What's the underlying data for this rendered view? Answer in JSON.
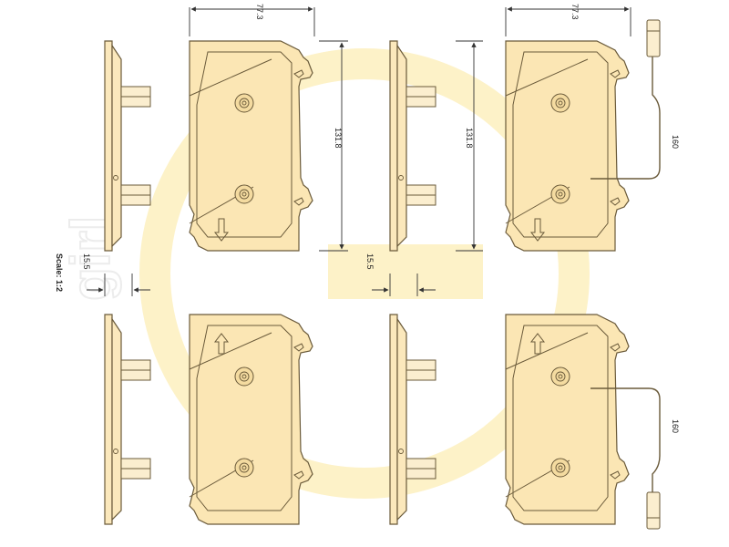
{
  "diagram": {
    "scale_label": "Scale: 1:2",
    "dimensions": {
      "width_left": "77.3",
      "width_right": "77.3",
      "height_left": "131.8",
      "height_right": "131.8",
      "thickness_left": "15.5",
      "thickness_right": "15.5",
      "wire_top": "160",
      "wire_bottom": "160"
    },
    "colors": {
      "pad_fill": "#fbe6b4",
      "outline": "#6a5a3a",
      "watermark": "#fdf2c8"
    }
  }
}
